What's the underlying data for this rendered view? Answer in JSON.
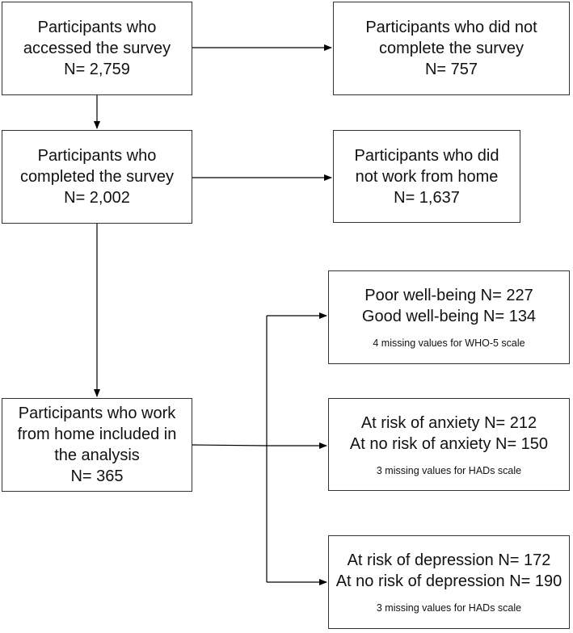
{
  "boxes": {
    "accessed": {
      "line1": "Participants who",
      "line2": "accessed the survey",
      "n": "N= 2,759"
    },
    "not_completed": {
      "line1": "Participants who did not",
      "line2": "complete the survey",
      "n": "N= 757"
    },
    "completed": {
      "line1": "Participants who",
      "line2": "completed the survey",
      "n": "N= 2,002"
    },
    "not_wfh": {
      "line1": "Participants who did",
      "line2": "not work from home",
      "n": "N= 1,637"
    },
    "wfh_included": {
      "line1": "Participants who work",
      "line2": "from home included in",
      "line3": "the analysis",
      "n": "N= 365"
    },
    "wellbeing": {
      "line1": "Poor well-being N= 227",
      "line2": "Good well-being N= 134",
      "note": "4 missing values for WHO-5 scale"
    },
    "anxiety": {
      "line1": "At risk of anxiety N= 212",
      "line2": "At no risk of anxiety N= 150",
      "note": "3 missing values for HADs scale"
    },
    "depression": {
      "line1": "At risk of depression N= 172",
      "line2": "At no risk of depression N= 190",
      "note": "3 missing values for HADs scale"
    }
  }
}
